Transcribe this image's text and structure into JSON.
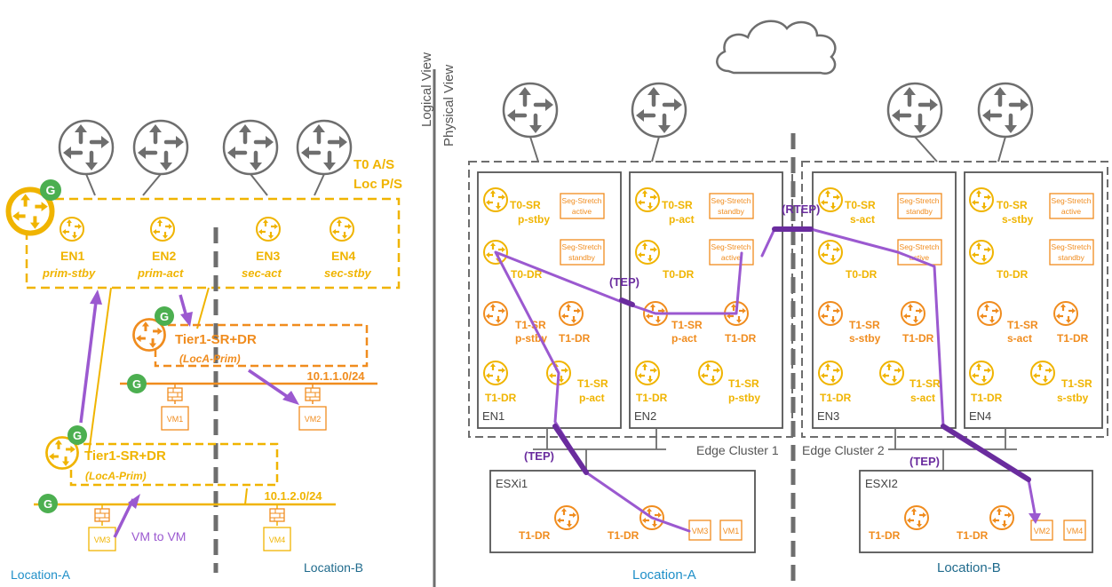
{
  "colors": {
    "yellow": "#f0b400",
    "orange": "#f08c1e",
    "purple": "#9b59d0",
    "dark_purple": "#6a2c9e",
    "gray": "#6e6e6e",
    "green": "#4caf50",
    "blue": "#1f8fc8"
  },
  "icons": [
    "router-icon",
    "cloud-icon",
    "vm-icon",
    "firewall-icon",
    "global-g-icon"
  ],
  "view_labels": {
    "logical": "Logical View",
    "physical": "Physical View"
  },
  "logical": {
    "g": "G",
    "t0_title": "T0 A/S",
    "t0_subtitle": "Loc P/S",
    "edge_nodes": [
      {
        "name": "EN1",
        "role": "prim-stby"
      },
      {
        "name": "EN2",
        "role": "prim-act"
      },
      {
        "name": "EN3",
        "role": "sec-act"
      },
      {
        "name": "EN4",
        "role": "sec-stby"
      }
    ],
    "tier1_a": {
      "label": "Tier1-SR+DR",
      "sub": "(LocA-Prim)"
    },
    "tier1_b": {
      "label": "Tier1-SR+DR",
      "sub": "(LocA-Prim)"
    },
    "subnet_1": "10.1.1.0/24",
    "subnet_2": "10.1.2.0/24",
    "vms": [
      "VM1",
      "VM2",
      "VM3",
      "VM4"
    ],
    "vm_to_vm": "VM to VM",
    "location_a": "Location-A",
    "location_b": "Location-B"
  },
  "physical": {
    "edge_nodes": [
      {
        "name": "EN1",
        "t0": "T0-SR",
        "t0_state": "p-stby",
        "seg1": [
          "Seg-Stretch",
          "active"
        ],
        "seg2": [
          "Seg-Stretch",
          "standby"
        ],
        "t0dr": "T0-DR",
        "t1a": "T1-SR",
        "t1a_state": "p-stby",
        "t1b": "T1-DR",
        "t1c": "T1-DR",
        "t1d": "T1-SR",
        "t1d_state": "p-act"
      },
      {
        "name": "EN2",
        "t0": "T0-SR",
        "t0_state": "p-act",
        "seg1": [
          "Seg-Stretch",
          "standby"
        ],
        "seg2": [
          "Seg-Stretch",
          "active"
        ],
        "t0dr": "T0-DR",
        "t1a": "T1-SR",
        "t1a_state": "p-act",
        "t1b": "T1-DR",
        "t1c": "T1-DR",
        "t1d": "T1-SR",
        "t1d_state": "p-stby"
      },
      {
        "name": "EN3",
        "t0": "T0-SR",
        "t0_state": "s-act",
        "seg1": [
          "Seg-Stretch",
          "standby"
        ],
        "seg2": [
          "Seg-Stretch",
          "active"
        ],
        "t0dr": "T0-DR",
        "t1a": "T1-SR",
        "t1a_state": "s-stby",
        "t1b": "T1-DR",
        "t1c": "T1-DR",
        "t1d": "T1-SR",
        "t1d_state": "s-act"
      },
      {
        "name": "EN4",
        "t0": "T0-SR",
        "t0_state": "s-stby",
        "seg1": [
          "Seg-Stretch",
          "active"
        ],
        "seg2": [
          "Seg-Stretch",
          "standby"
        ],
        "t0dr": "T0-DR",
        "t1a": "T1-SR",
        "t1a_state": "s-act",
        "t1b": "T1-DR",
        "t1c": "T1-DR",
        "t1d": "T1-SR",
        "t1d_state": "s-stby"
      }
    ],
    "edge_cluster_1": "Edge Cluster 1",
    "edge_cluster_2": "Edge Cluster 2",
    "tep": "(TEP)",
    "rtep": "(RTEP)",
    "esxi1": {
      "name": "ESXi1",
      "dr1": "T1-DR",
      "dr2": "T1-DR",
      "vm_a": "VM3",
      "vm_b": "VM1"
    },
    "esxi2": {
      "name": "ESXI2",
      "dr1": "T1-DR",
      "dr2": "T1-DR",
      "vm_a": "VM2",
      "vm_b": "VM4"
    },
    "location_a": "Location-A",
    "location_b": "Location-B"
  }
}
